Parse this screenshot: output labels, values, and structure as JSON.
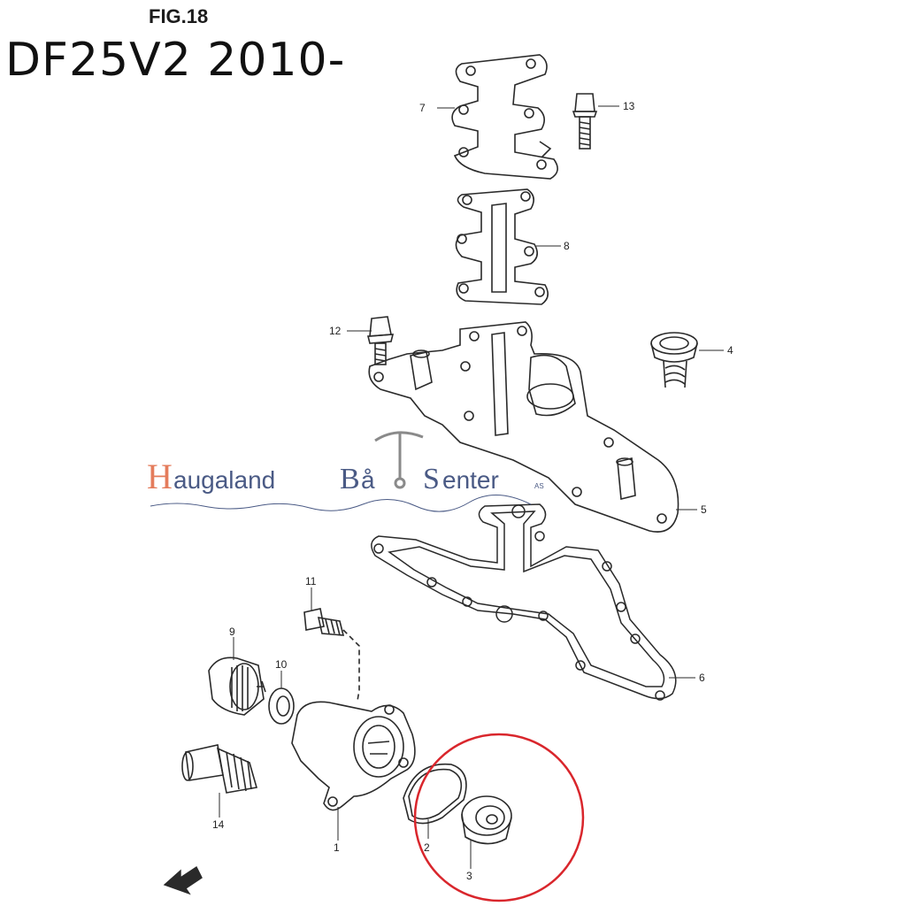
{
  "header": {
    "fig_label": "FIG.18",
    "model_title": "DF25V2 2010-"
  },
  "watermark": {
    "h": "H",
    "word1": "augaland",
    "b": "B",
    "word2": "å",
    "s": "S",
    "word3": "enter",
    "suffix": "AS"
  },
  "callouts": [
    "1",
    "2",
    "3",
    "4",
    "5",
    "6",
    "7",
    "8",
    "9",
    "10",
    "11",
    "12",
    "13",
    "14"
  ],
  "colors": {
    "line": "#2a2a2a",
    "highlight": "#d9262c",
    "watermark_orange": "#e47c5c",
    "watermark_blue": "#4a5a85"
  },
  "icons": {
    "direction_arrow": "front-direction-arrow-icon",
    "anchor": "anchor-icon"
  }
}
